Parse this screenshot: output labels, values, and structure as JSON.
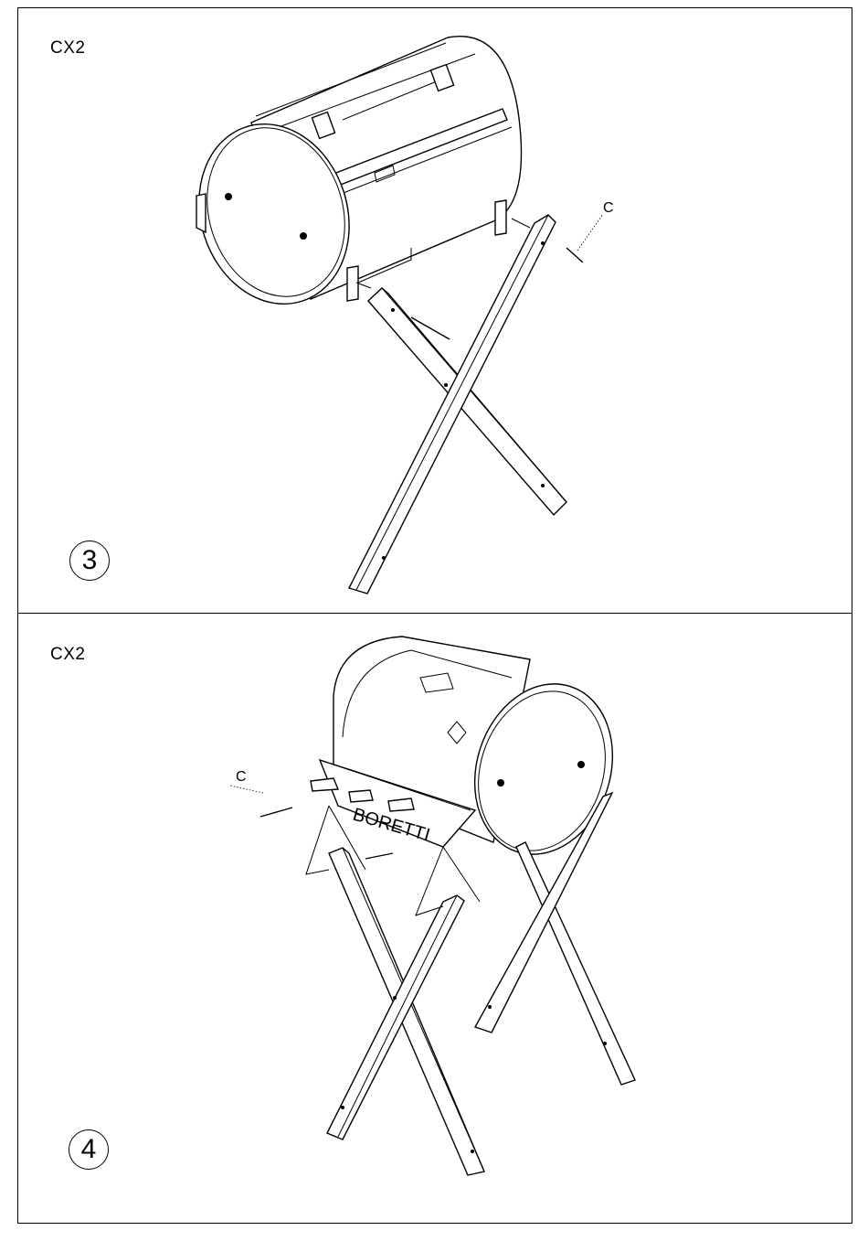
{
  "steps": [
    {
      "model": "CX2",
      "number": "3",
      "callout": "C"
    },
    {
      "model": "CX2",
      "number": "4",
      "callout": "C"
    }
  ],
  "brand_on_panel": "BORETTI"
}
